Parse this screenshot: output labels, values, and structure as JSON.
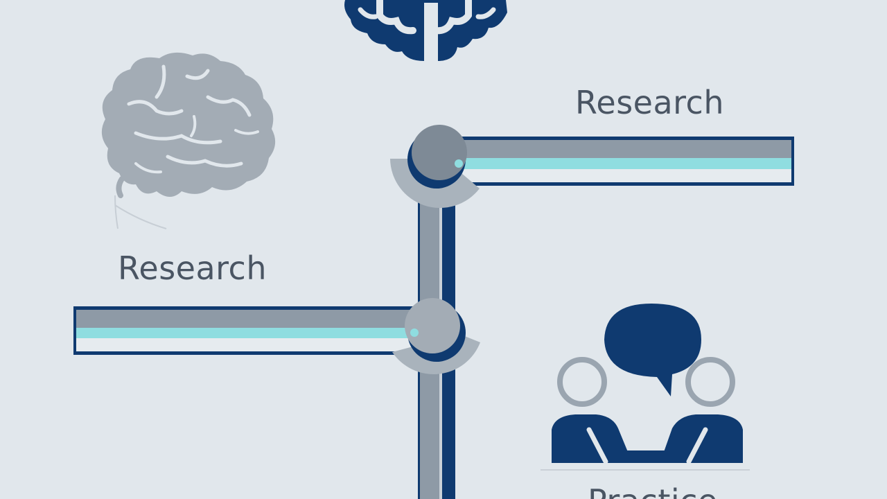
{
  "labels": {
    "research_right": "Research",
    "research_left": "Research",
    "practice": "Practice"
  },
  "icons": {
    "top": "brain-icon",
    "left": "brain-icon",
    "bottom_right": "conversation-icon"
  },
  "colors": {
    "background": "#e1e7ec",
    "navy": "#0f3a70",
    "gray": "#8e9aa6",
    "light_gray": "#a9b3bc",
    "teal": "#8fdde0",
    "text": "#4a5563"
  }
}
